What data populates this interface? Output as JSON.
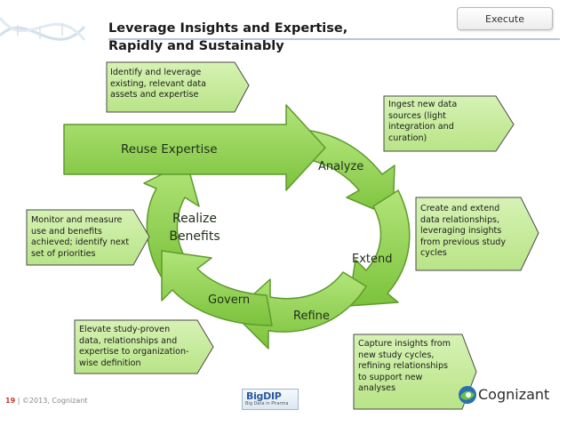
{
  "header": {
    "title_line1": "Leverage Insights and Expertise,",
    "title_line2": "Rapidly and Sustainably",
    "tag": "Execute"
  },
  "cycle": {
    "reuse": "Reuse Expertise",
    "analyze": "Analyze",
    "extend": "Extend",
    "refine": "Refine",
    "govern": "Govern",
    "realize": "Realize\nBenefits"
  },
  "callouts": {
    "identify": "Identify and leverage\nexisting, relevant data\nassets and expertise",
    "ingest": "Ingest new data\nsources (light\nintegration and\ncuration)",
    "create": "Create and extend\ndata relationships,\nleveraging insights\nfrom previous study\ncycles",
    "monitor": "Monitor and measure\nuse and benefits\nachieved; identify next\nset of priorities",
    "elevate": "Elevate study-proven\ndata, relationships and\nexpertise to organization-\nwise definition",
    "capture": "Capture insights from\nnew study cycles,\nrefining relationships\nto support new\nanalyses"
  },
  "footer": {
    "page": "19",
    "copyright": "|  ©2013, Cognizant",
    "badge_name": "BigDIP",
    "badge_sub": "Big Data in Pharma",
    "logo": "Cognizant"
  },
  "colors": {
    "arrow_fill": "#8fd14f",
    "arrow_stroke": "#5f9a2c",
    "callout_fill": "#c6ec9a",
    "callout_stroke": "#4a4a4a",
    "title_rule": "#6a8fc0"
  }
}
